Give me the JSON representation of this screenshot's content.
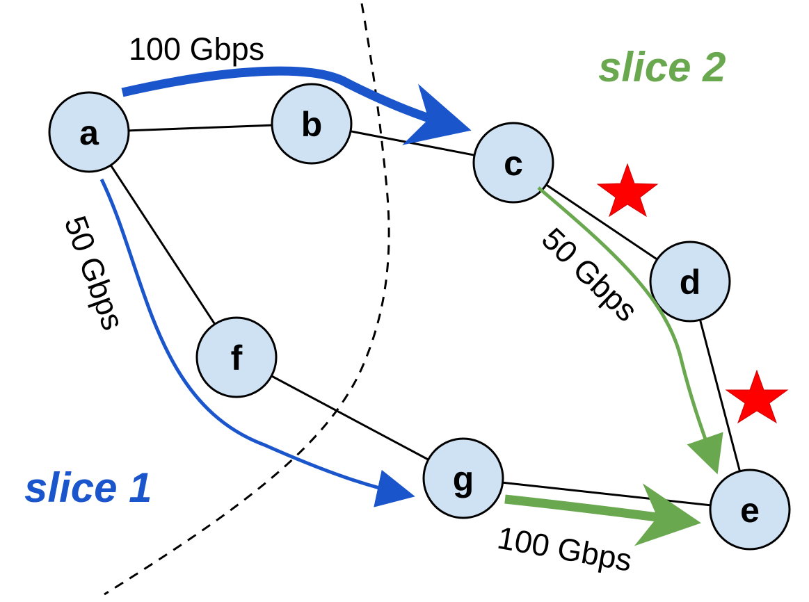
{
  "nodes": [
    {
      "id": "a",
      "label": "a"
    },
    {
      "id": "b",
      "label": "b"
    },
    {
      "id": "c",
      "label": "c"
    },
    {
      "id": "d",
      "label": "d"
    },
    {
      "id": "e",
      "label": "e"
    },
    {
      "id": "f",
      "label": "f"
    },
    {
      "id": "g",
      "label": "g"
    }
  ],
  "links": [
    {
      "from": "a",
      "to": "b"
    },
    {
      "from": "b",
      "to": "c"
    },
    {
      "from": "c",
      "to": "d",
      "failed": true
    },
    {
      "from": "d",
      "to": "e",
      "failed": true
    },
    {
      "from": "a",
      "to": "f"
    },
    {
      "from": "f",
      "to": "g"
    },
    {
      "from": "g",
      "to": "e"
    }
  ],
  "flows": [
    {
      "slice": "slice 1",
      "path": "a-b-c",
      "rate": "100 Gbps"
    },
    {
      "slice": "slice 1",
      "path": "a-f-g",
      "rate": "50 Gbps"
    },
    {
      "slice": "slice 2",
      "path": "c-d-e",
      "rate": "50 Gbps"
    },
    {
      "slice": "slice 2",
      "path": "g-e",
      "rate": "100 Gbps"
    }
  ],
  "labels": {
    "rate_top": "100 Gbps",
    "rate_left": "50 Gbps",
    "rate_right": "50 Gbps",
    "rate_bottom": "100 Gbps",
    "slice1": "slice 1",
    "slice2": "slice 2"
  },
  "colors": {
    "slice1": "#1a55cc",
    "slice2": "#6aa84f",
    "node_fill": "#cfe2f3",
    "failure_star": "#ff0000"
  },
  "icons": {
    "failure_marker": "star-icon"
  }
}
